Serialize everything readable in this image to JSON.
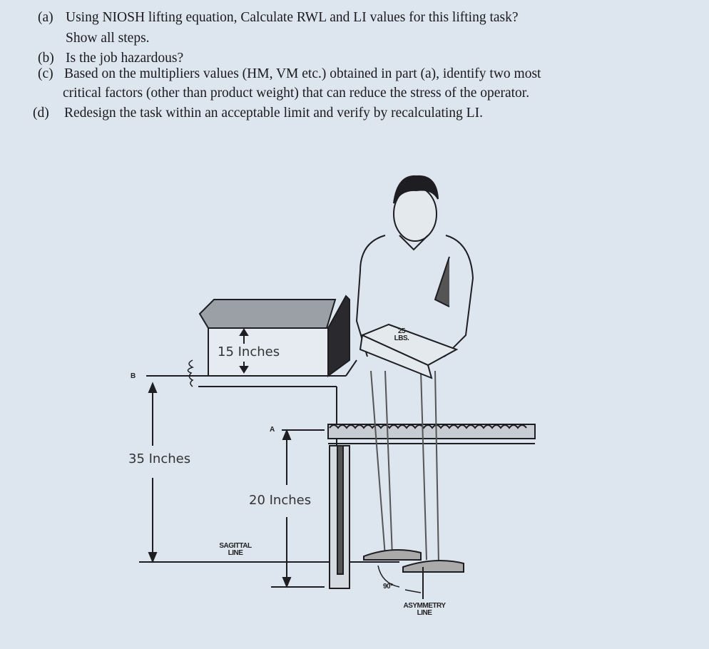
{
  "questions": [
    {
      "label": "(a)",
      "lines": [
        "Using NIOSH lifting equation, Calculate RWL and LI values for this lifting task?",
        "Show all steps."
      ]
    },
    {
      "label": "(b)",
      "lines": [
        "Is the job hazardous?"
      ]
    },
    {
      "label": "(c)",
      "lines": [
        "Based on the multipliers values (HM, VM etc.) obtained in part (a), identify two most",
        "critical factors (other than product weight) that can reduce the stress of the operator."
      ]
    },
    {
      "label": "(d)",
      "lines": [
        "Redesign the task within an acceptable limit and verify by recalculating LI."
      ]
    }
  ],
  "figure": {
    "box_height_label": "15 Inches",
    "origin_height_label": "35 Inches",
    "destination_height_label": "20 Inches",
    "point_b": "B",
    "point_a": "A",
    "load_label_1": "25",
    "load_label_2": "LBS.",
    "sagittal_1": "SAGITTAL",
    "sagittal_2": "LINE",
    "angle": "90°",
    "asymmetry_1": "ASYMMETRY",
    "asymmetry_2": "LINE"
  }
}
